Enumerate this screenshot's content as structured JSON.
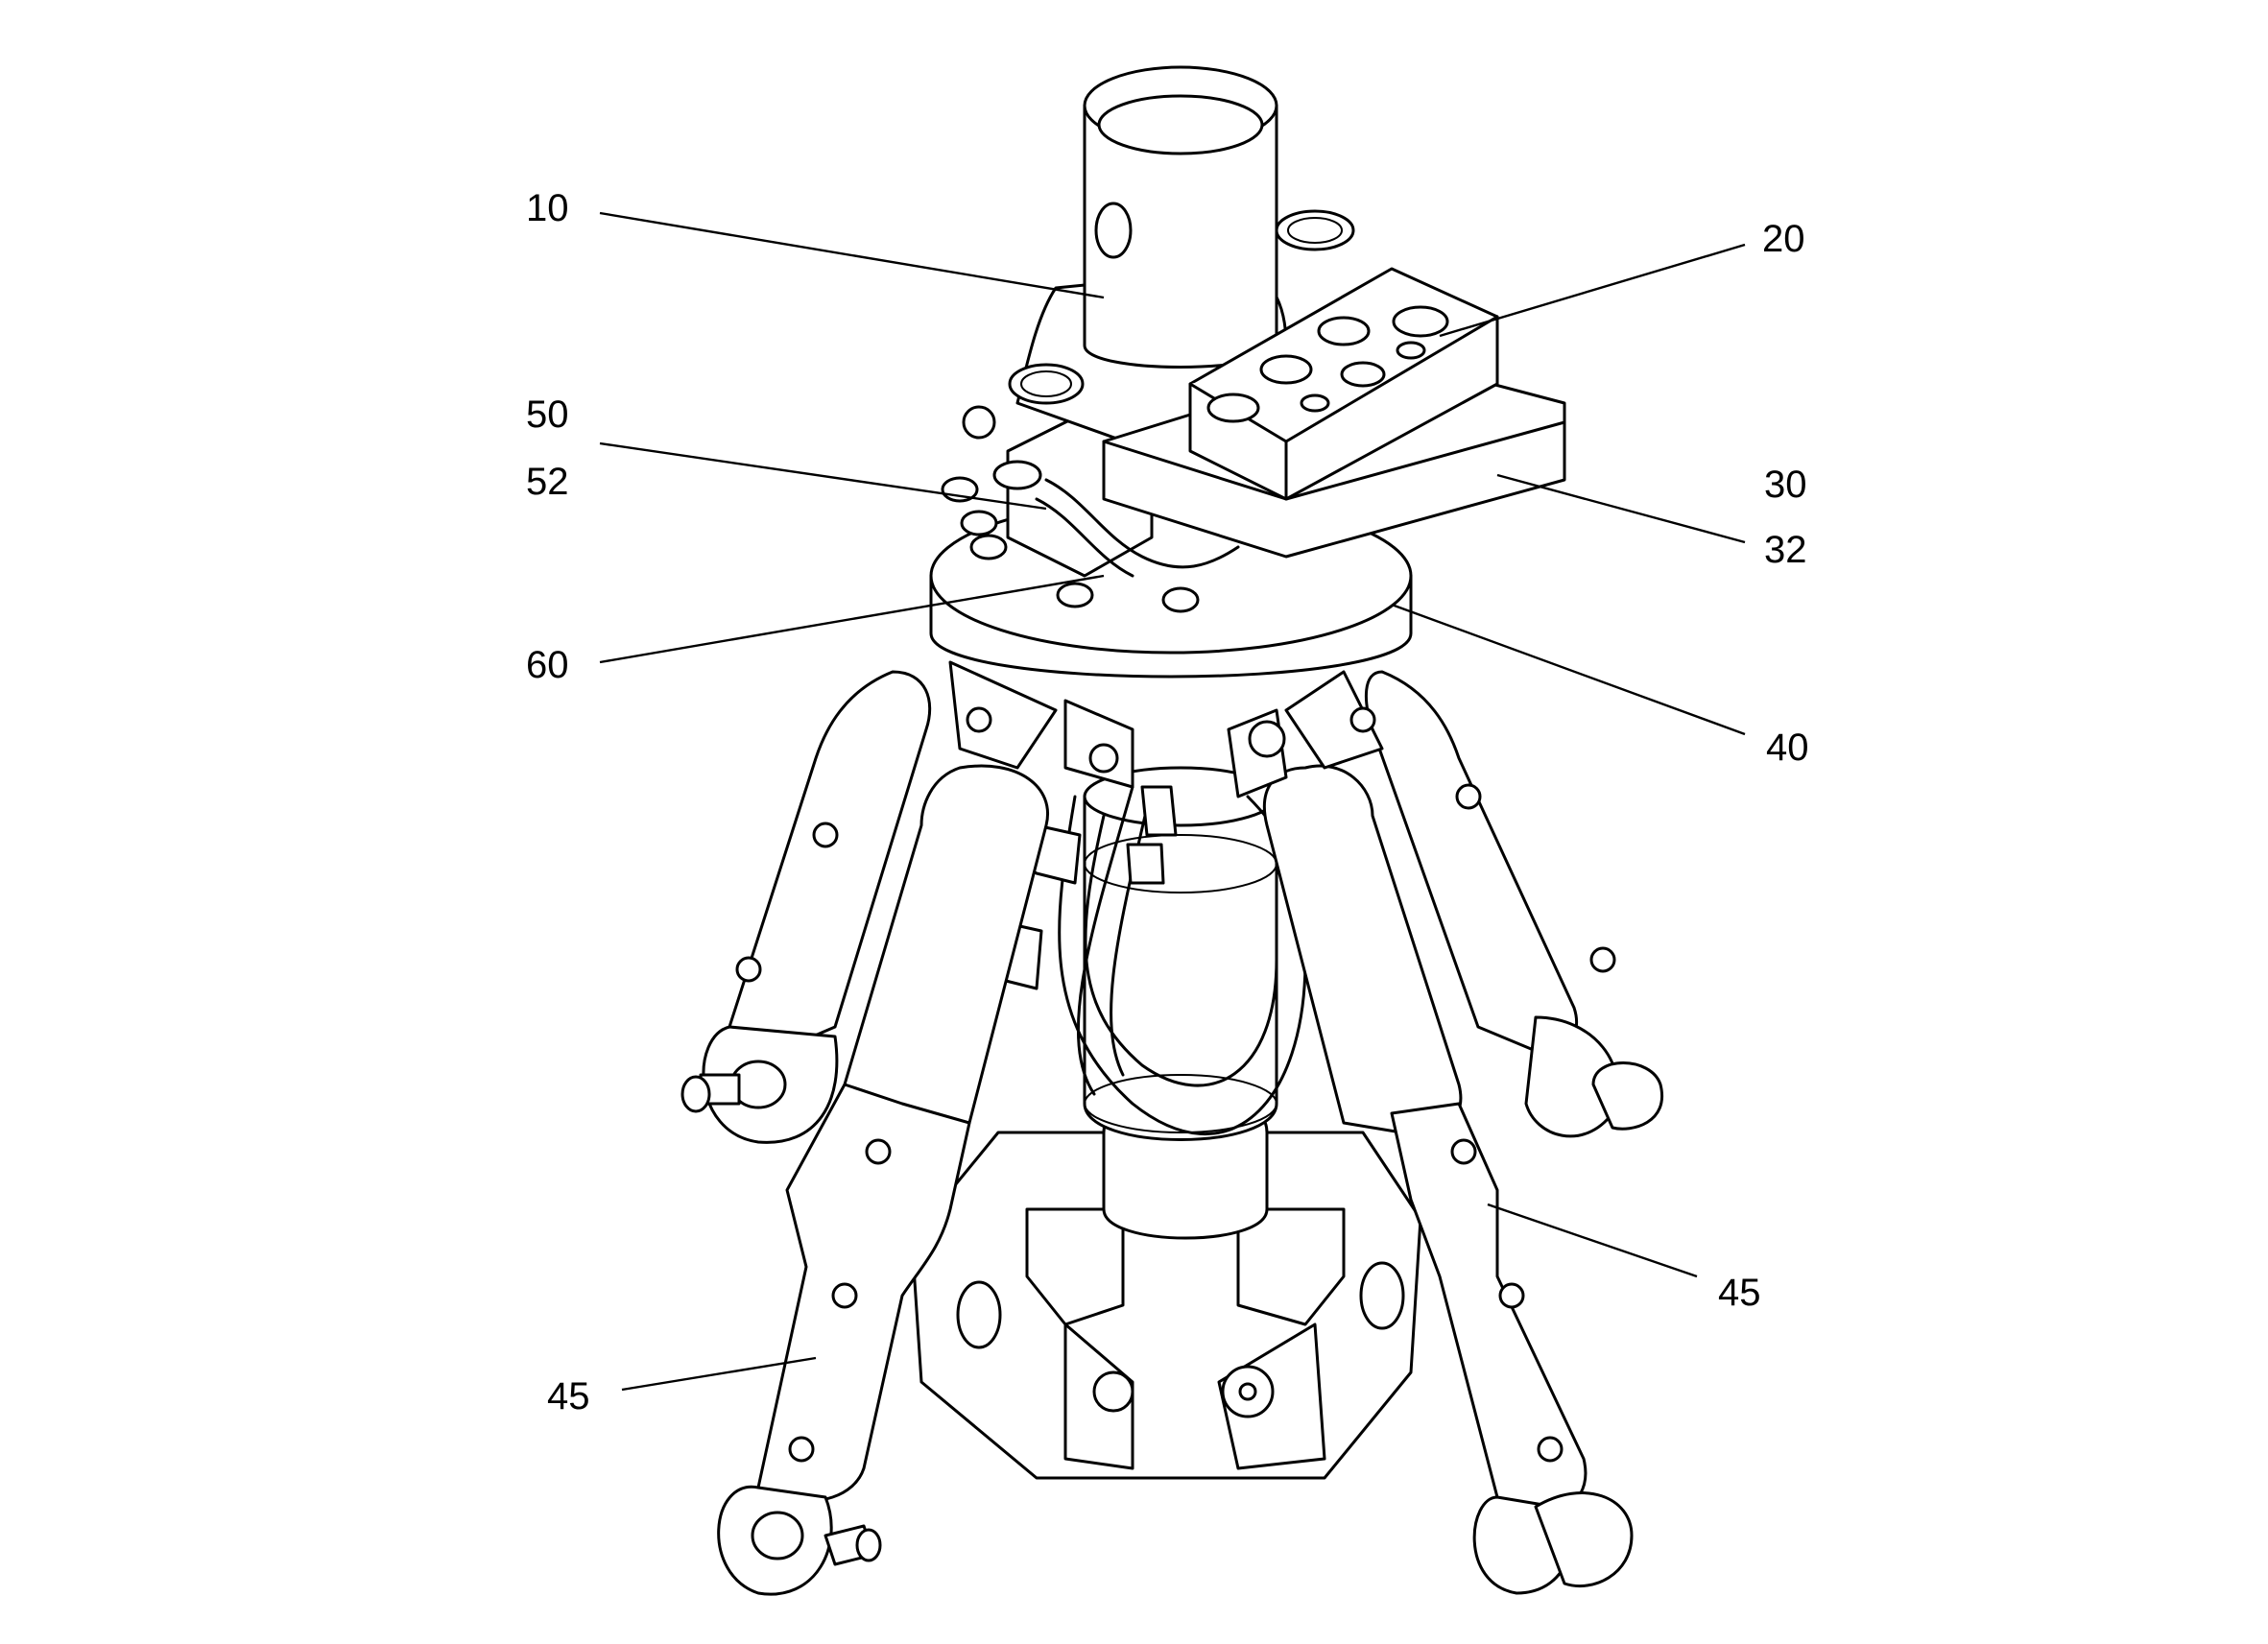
{
  "figure": {
    "labels": {
      "l10": "10",
      "l20": "20",
      "l50": "50",
      "l52": "52",
      "l30": "30",
      "l32": "32",
      "l60": "60",
      "l40": "40",
      "l45a": "45",
      "l45b": "45"
    },
    "colors": {
      "line": "#000000",
      "background": "#ffffff"
    }
  }
}
